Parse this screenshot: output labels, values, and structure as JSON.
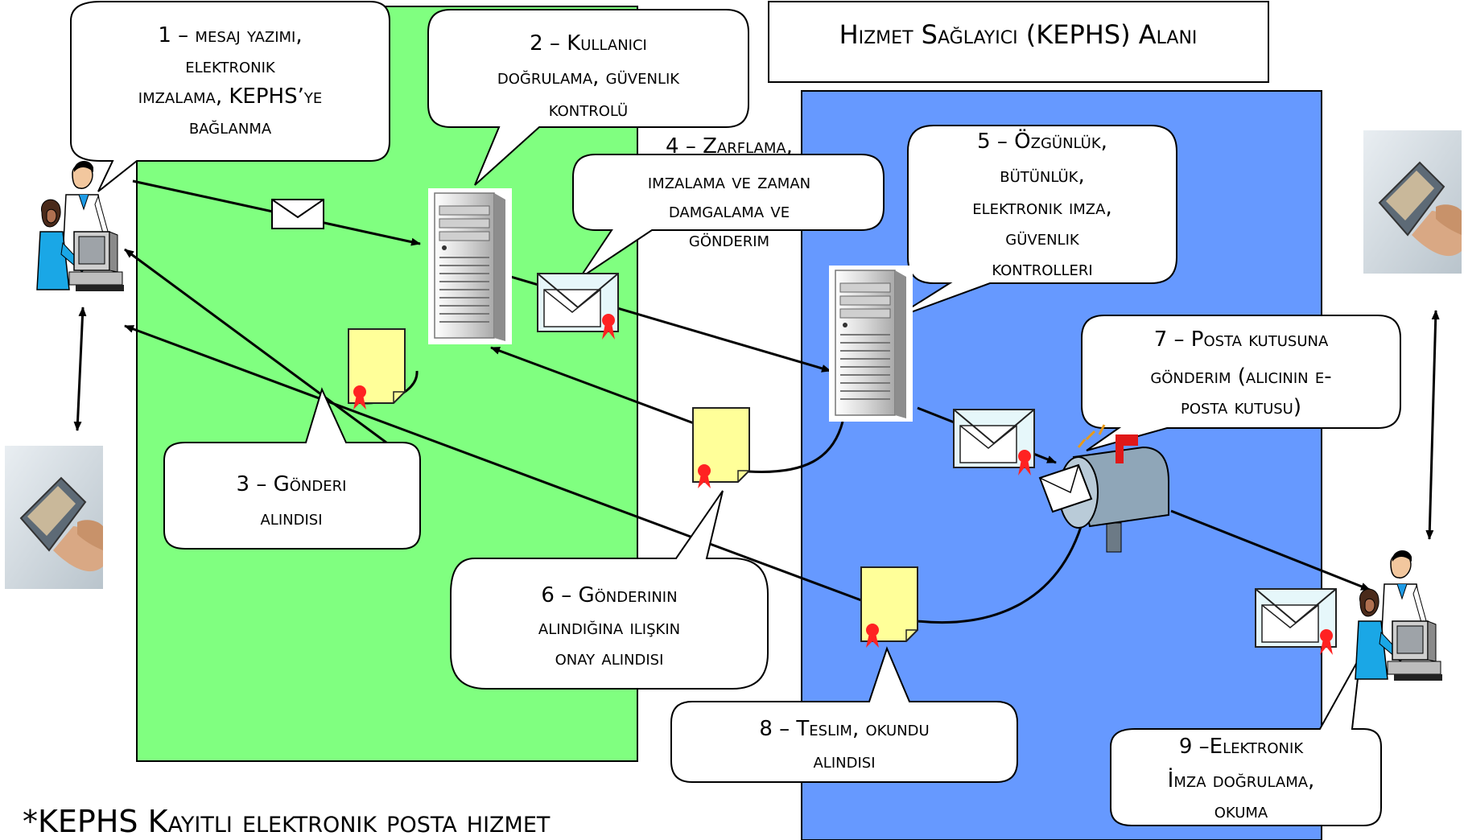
{
  "header": {
    "title": "Hizmet Sağlayıcı (KEPHS) Alanı"
  },
  "steps": [
    {
      "lines": [
        "1 – mesaj yazımı,",
        "elektronik",
        "imzalama, KEPHS’ye",
        "bağlanma"
      ]
    },
    {
      "lines": [
        "2 – Kullanıcı",
        "doğrulama, güvenlik",
        "kontrolü"
      ]
    },
    {
      "lines": [
        "3 – Gönderi",
        "alındısı"
      ]
    },
    {
      "lines": [
        "4 – Zarflama,",
        "imzalama ve zaman",
        "damgalama ve",
        "gönderim"
      ]
    },
    {
      "lines": [
        "5 – Özgünlük,",
        "bütünlük,",
        "elektronik imza,",
        "güvenlik",
        "kontrolleri"
      ]
    },
    {
      "lines": [
        "6 – Gönderinin",
        "alındığına ilişkin",
        "onay alındısı"
      ]
    },
    {
      "lines": [
        "7 – Posta kutusuna",
        "gönderim (alıcının e-",
        "posta kutusu)"
      ]
    },
    {
      "lines": [
        "8 – Teslim, okundu",
        "alındısı"
      ]
    },
    {
      "lines": [
        "9 –Elektronik",
        "İmza doğrulama,",
        "okuma"
      ]
    }
  ],
  "footnote": "*KEPHS Kayıtlı elektronik posta hizmet",
  "colors": {
    "sender_area": "#80ff80",
    "provider_area": "#6699ff",
    "receipt_doc": "#ffff99",
    "envelope": "#e6f7fa",
    "seal": "#ff2222"
  },
  "icons": [
    "user-at-computer-icon",
    "mobile-phone-icon",
    "server-icon",
    "envelope-icon",
    "receipt-document-icon",
    "mailbox-icon"
  ]
}
